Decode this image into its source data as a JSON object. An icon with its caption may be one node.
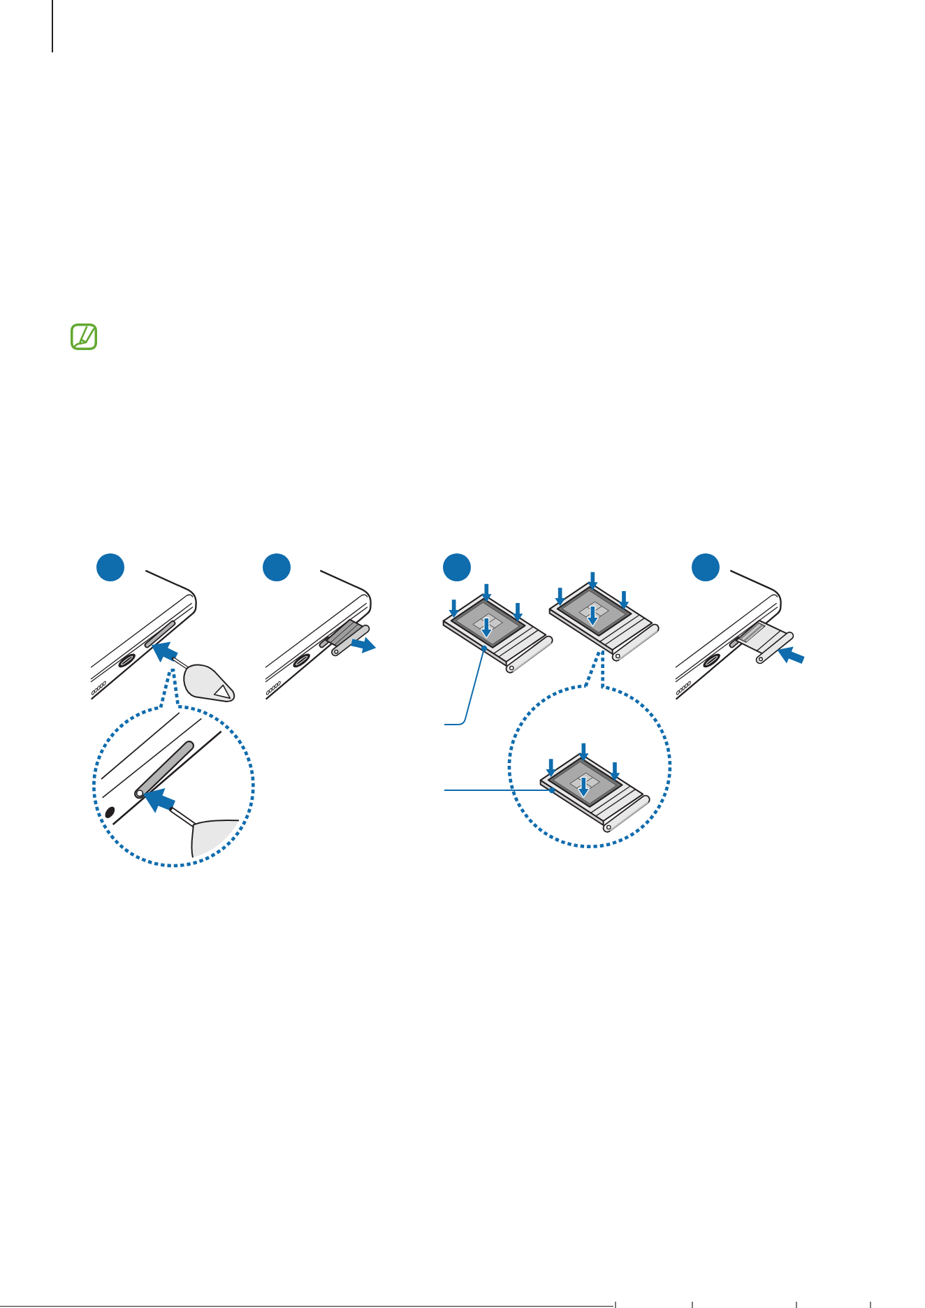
{
  "diagram": {
    "nodes": [
      {
        "text": [],
        "shape": "circle"
      },
      {
        "text": [],
        "shape": "circle"
      },
      {
        "text": [],
        "shape": "circle"
      },
      {
        "text": [],
        "shape": "circle"
      },
      {
        "text": [],
        "shape": "picture"
      },
      {
        "text": [],
        "shape": "picture"
      }
    ],
    "edges": [
      {
        "from": null,
        "to": 4,
        "arrow": "other"
      },
      {
        "from": null,
        "to": 5,
        "arrow": "other"
      }
    ]
  }
}
